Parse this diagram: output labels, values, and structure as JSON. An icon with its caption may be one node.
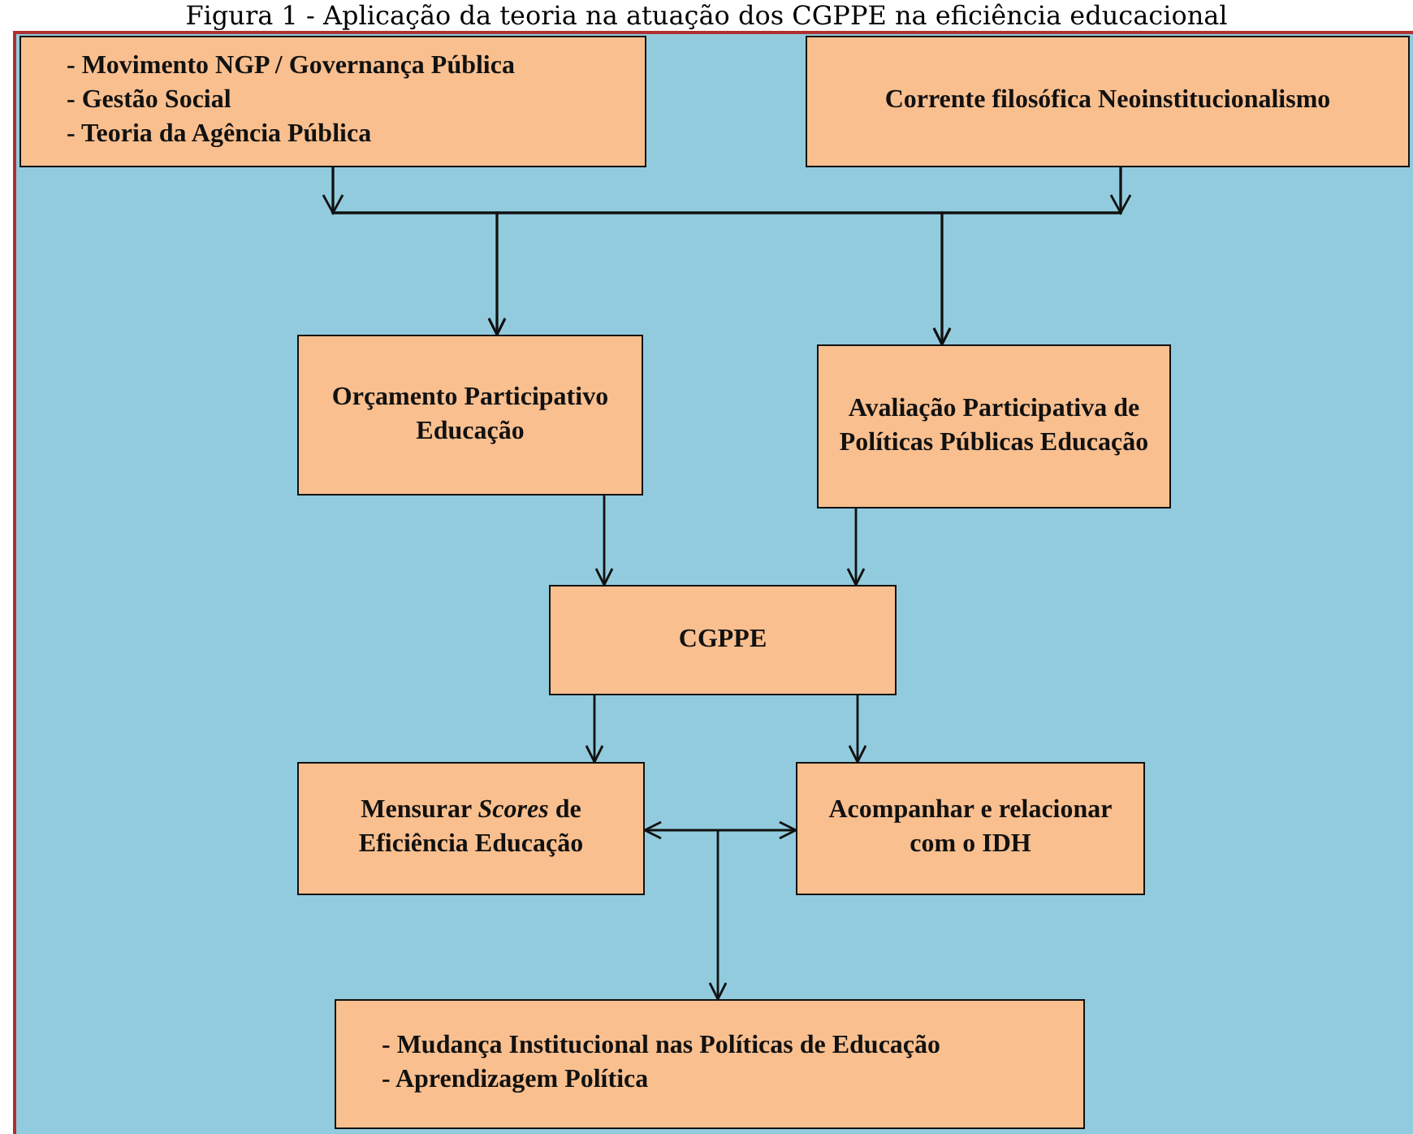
{
  "diagram": {
    "title": "Figura 1 - Aplicação da teoria na atuação dos CGPPE na eficiência educacional",
    "nodes": [
      {
        "text": [
          "- Movimento NGP /  Governança Pública",
          "- Gestão Social",
          "- Teoria da Agência Pública"
        ]
      },
      {
        "text": [
          "Corrente filosófica Neoinstitucionalismo"
        ]
      },
      {
        "text": [
          "Orçamento Participativo Educação"
        ]
      },
      {
        "text": [
          "Avaliação Participativa de Políticas Públicas Educação"
        ]
      },
      {
        "text": [
          "CGPPE"
        ]
      },
      {
        "text": [
          "Mensurar *Scores* de Eficiência Educação"
        ]
      },
      {
        "text": [
          "Acompanhar e relacionar com o IDH"
        ]
      },
      {
        "text": [
          "- Mudança Institucional nas Políticas de Educação",
          "- Aprendizagem Política"
        ]
      }
    ],
    "edges": [
      {
        "from": 0,
        "to": 2,
        "arrow": "to"
      },
      {
        "from": 0,
        "to": 3,
        "arrow": "to"
      },
      {
        "from": 1,
        "to": 2,
        "arrow": "to"
      },
      {
        "from": 1,
        "to": 3,
        "arrow": "to"
      },
      {
        "from": 2,
        "to": 4,
        "arrow": "to"
      },
      {
        "from": 3,
        "to": 4,
        "arrow": "to"
      },
      {
        "from": 4,
        "to": 5,
        "arrow": "to"
      },
      {
        "from": 4,
        "to": 6,
        "arrow": "to"
      },
      {
        "from": 5,
        "to": 6,
        "arrow": "both"
      },
      {
        "from": null,
        "to": 7,
        "arrow": "to"
      }
    ]
  }
}
